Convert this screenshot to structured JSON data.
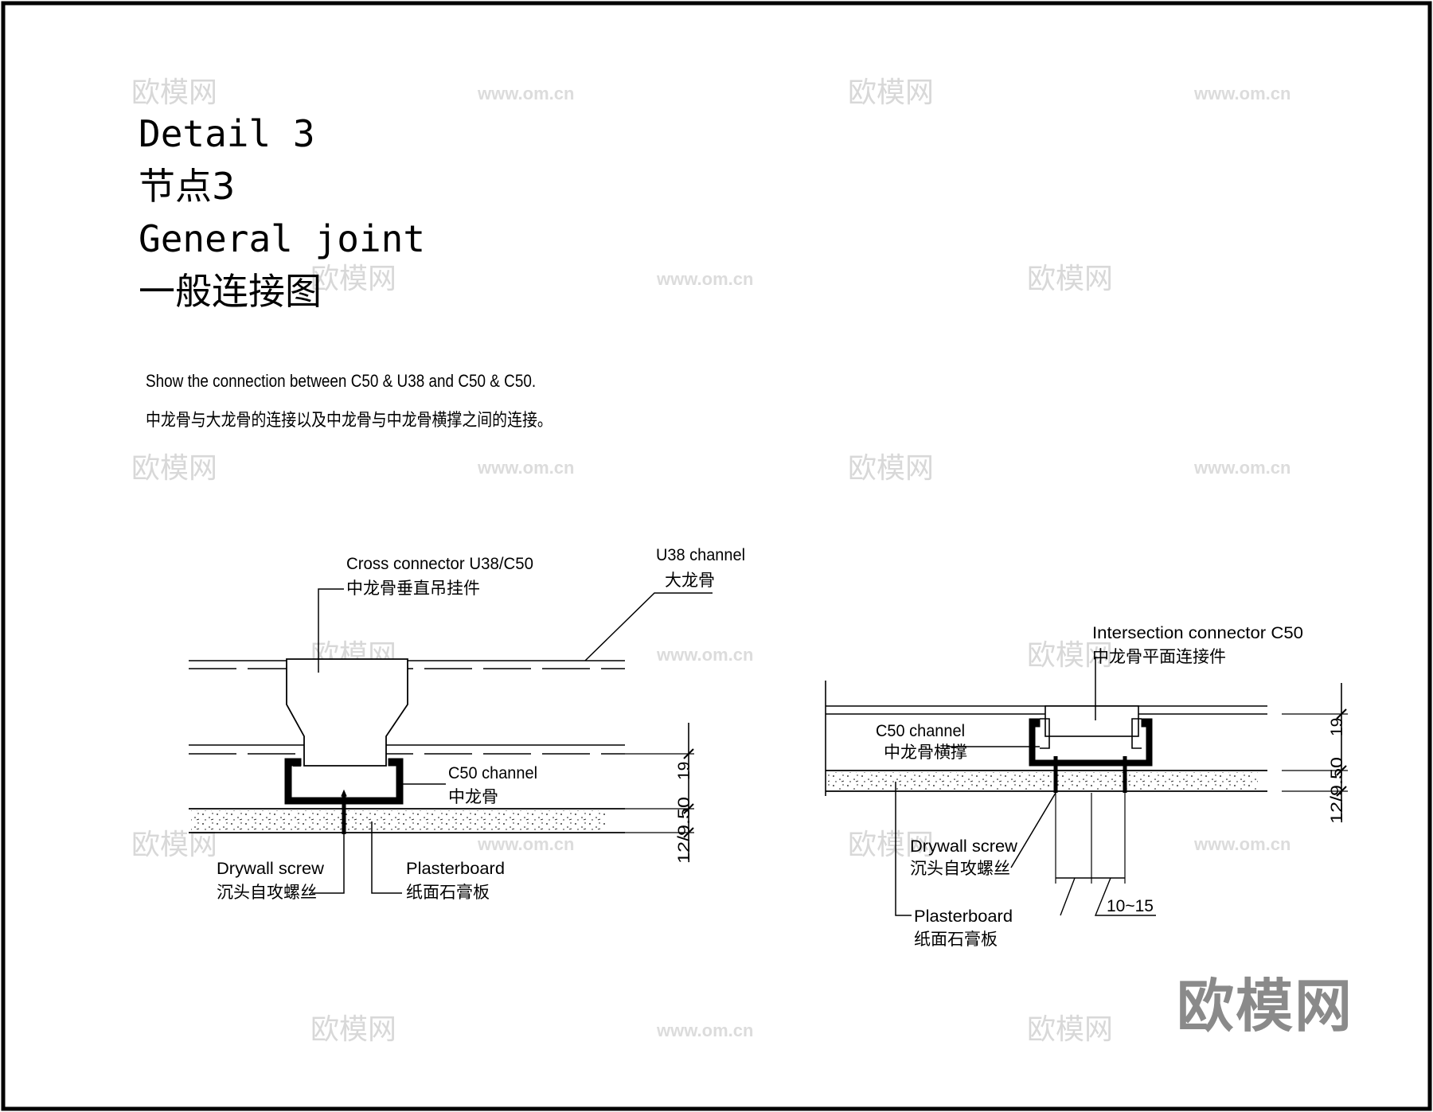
{
  "title": {
    "line1": "Detail 3",
    "line2": "节点3",
    "line3": "General joint",
    "line4": "一般连接图"
  },
  "description": {
    "en": "Show the connection between C50 & U38 and C50 & C50.",
    "cn": "中龙骨与大龙骨的连接以及中龙骨与中龙骨横撑之间的连接。"
  },
  "left_detail": {
    "cross_connector_en": "Cross connector U38/C50",
    "cross_connector_cn": "中龙骨垂直吊挂件",
    "u38_en": "U38 channel",
    "u38_cn": "大龙骨",
    "c50_en": "C50 channel",
    "c50_cn": "中龙骨",
    "screw_en": "Drywall screw",
    "screw_cn": "沉头自攻螺丝",
    "board_en": "Plasterboard",
    "board_cn": "纸面石膏板",
    "dim_top": "19",
    "dim_bottom": "12/9.50"
  },
  "right_detail": {
    "intersection_en": "Intersection connector C50",
    "intersection_cn": "中龙骨平面连接件",
    "c50_en": "C50 channel",
    "c50_cn": "中龙骨横撑",
    "screw_en": "Drywall screw",
    "screw_cn": "沉头自攻螺丝",
    "board_en": "Plasterboard",
    "board_cn": "纸面石膏板",
    "gap_dim": "10~15",
    "dim_top": "19",
    "dim_bottom": "12/9.50"
  },
  "watermark": {
    "logo_text": "欧模网",
    "url_text": "www.om.cn"
  },
  "colors": {
    "line": "#000000",
    "watermark": "#d8d8d8",
    "logo": "#8a8a8a"
  }
}
